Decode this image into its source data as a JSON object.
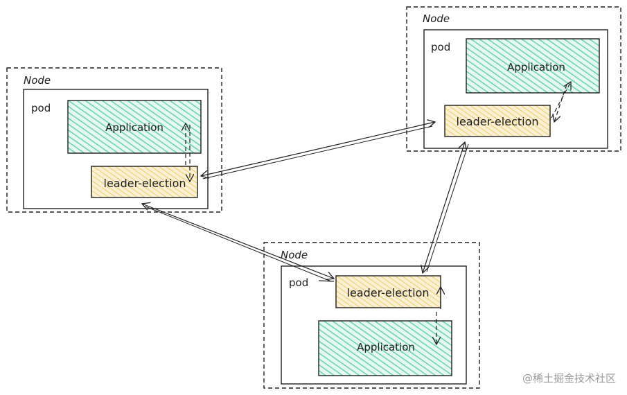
{
  "nodes": [
    {
      "node_label": "Node",
      "pod_label": "pod",
      "app_label": "Application",
      "le_label": "leader-election"
    },
    {
      "node_label": "Node",
      "pod_label": "pod",
      "app_label": "Application",
      "le_label": "leader-election"
    },
    {
      "node_label": "Node",
      "pod_label": "pod",
      "app_label": "Application",
      "le_label": "leader-election"
    }
  ],
  "colors": {
    "application_fill": "#63d3b4",
    "leader_election_fill": "#f2d27f",
    "stroke": "#1e1e1e"
  },
  "watermark": "@稀土掘金技术社区"
}
